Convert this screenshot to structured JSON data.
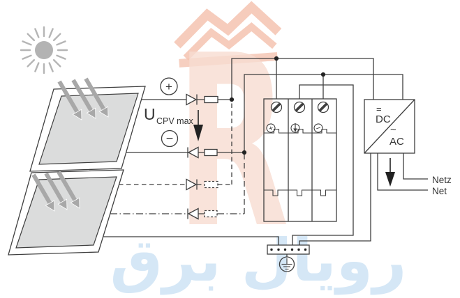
{
  "figure": {
    "pv_label": {
      "symbol": "U",
      "subscript": "CPV max"
    },
    "polarity": {
      "positive": "+",
      "negative": "−"
    },
    "spd_modules": [
      {
        "symbol": "+"
      },
      {
        "symbol": "↓"
      },
      {
        "symbol": "−"
      }
    ],
    "inverter": {
      "dc_sign": "=",
      "dc_label": "DC",
      "ac_sign": "~",
      "ac_label": "AC"
    },
    "grid_labels": {
      "german": "Netz",
      "english": "Net"
    },
    "icons": {
      "sun": "sun-icon",
      "irradiance": "irradiance-arrow-icon",
      "screw_terminal": "screw-terminal-icon",
      "earth_arrow": "down-arrow-icon",
      "protective_earth": "protective-earth-icon",
      "current_arrow": "down-arrow-icon"
    }
  },
  "watermark": {
    "letter": "R",
    "brand_text": "رويال برق"
  },
  "colors": {
    "line": "#3f3f3f",
    "panel_fill": "#dbdcdc",
    "sun_gray": "#b3b3b3",
    "beam_arrow_gray": "#a8a8a8",
    "watermark_crown": "#f4c3b0",
    "watermark_letter": "#f8ddd2",
    "watermark_text": "#d5e7f6",
    "junction_dot": "#222222"
  }
}
